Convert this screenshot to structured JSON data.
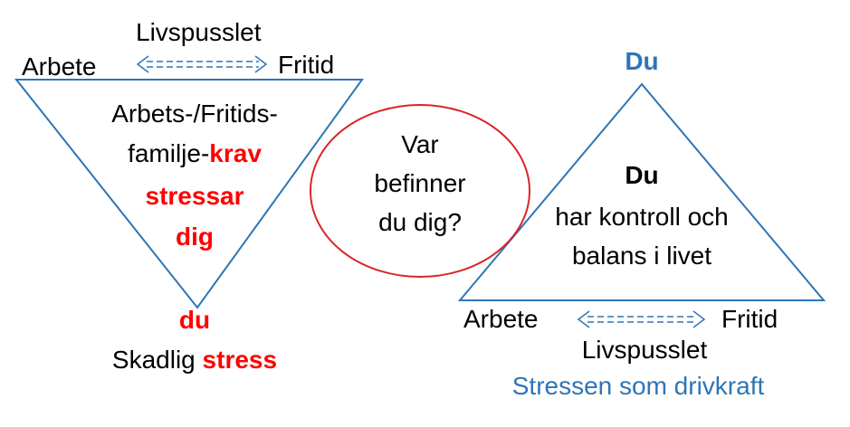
{
  "colors": {
    "accent_blue": "#2e75b6",
    "accent_red": "#ff0000",
    "circle_stroke": "#d9262b",
    "text": "#000000"
  },
  "left": {
    "top_label": "Livspusslet",
    "work_label": "Arbete",
    "leisure_label": "Fritid",
    "arrow_icon": "double-arrow-icon",
    "line1": "Arbets-/Fritids-",
    "line2_prefix": "familje-",
    "line2_emph": "krav",
    "line3": "stressar",
    "line4": "dig",
    "apex_label": "du",
    "caption_prefix": "Skadlig ",
    "caption_emph": "stress"
  },
  "center": {
    "line1": "Var",
    "line2": "befinner",
    "line3": "du dig?"
  },
  "right": {
    "apex_label": "Du",
    "inner_title": "Du",
    "inner_line1": "har kontroll och",
    "inner_line2": "balans i livet",
    "work_label": "Arbete",
    "leisure_label": "Fritid",
    "arrow_icon": "double-arrow-icon",
    "bottom_label": "Livspusslet",
    "caption": "Stressen som drivkraft"
  }
}
